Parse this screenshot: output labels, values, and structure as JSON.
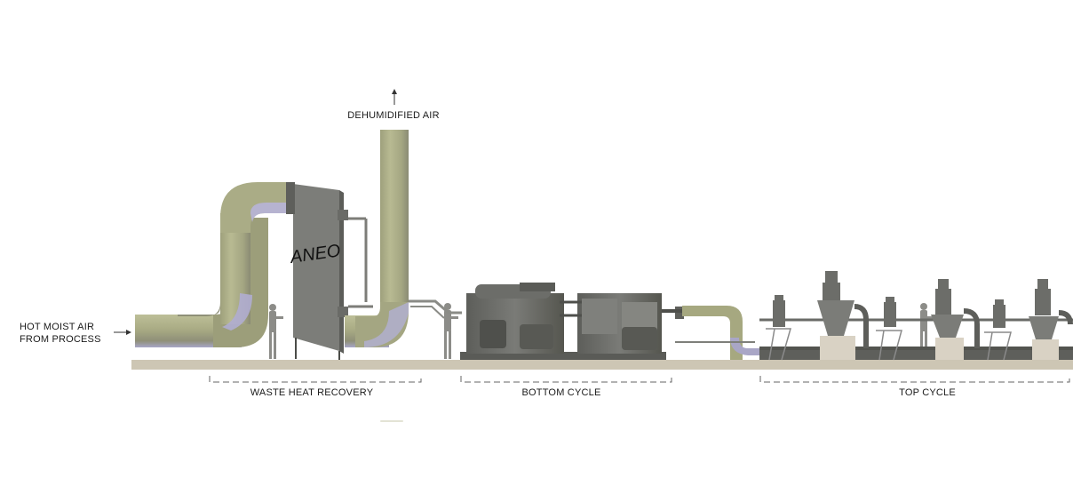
{
  "labels": {
    "input_air": [
      "HOT MOIST AIR",
      "FROM PROCESS"
    ],
    "output_air": "DEHUMIDIFIED AIR",
    "unit_logo": "ANEO"
  },
  "sections": [
    {
      "name": "WASTE HEAT RECOVERY"
    },
    {
      "name": "BOTTOM CYCLE"
    },
    {
      "name": "TOP CYCLE"
    }
  ],
  "colors": {
    "duct": "#a9ab84",
    "duct_shade": "#8f8f75",
    "duct_highlight": "#b7b4cf",
    "machinery": "#6f706c",
    "machinery_dark": "#4a4b48",
    "floor": "#cdc6b4",
    "plinth": "#d9d2c4",
    "bracket": "#8a8a8a"
  }
}
